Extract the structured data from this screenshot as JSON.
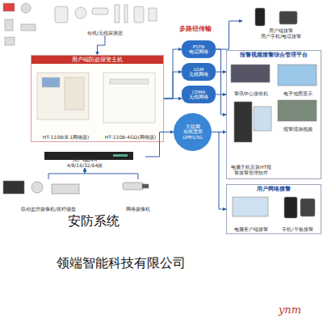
{
  "diagram": {
    "nodes": [
      {
        "text": [
          "有线/无线探测器"
        ]
      },
      {
        "text": [
          "用户端防盗报警主机"
        ]
      },
      {
        "text": [
          "HT-110B(8.1网络版)"
        ],
        "in": 1
      },
      {
        "text": [
          "HT-110B-4GD(网络版)"
        ],
        "in": 1
      },
      {
        "text": [
          "PSTN",
          "电话网络"
        ]
      },
      {
        "text": [
          "GSM",
          "无线网络"
        ]
      },
      {
        "text": [
          "CDMA",
          "无线网络"
        ]
      },
      {
        "text": [
          "互联网",
          "有线宽带",
          "GPRS/3G"
        ]
      },
      {
        "text": [
          "用户端DVR",
          "4/8/16/32/64路"
        ]
      },
      {
        "text": [
          "联动监控摄像机/摇杆键盘"
        ]
      },
      {
        "text": [
          "网络摄像机"
        ]
      },
      {
        "text": [
          "用户端接警",
          "用户手机/电话接警"
        ]
      },
      {
        "text": [
          "报警视频接警综合管理平台"
        ]
      },
      {
        "text": [
          "警讯中心接收机"
        ],
        "in": 12
      },
      {
        "text": [
          "电脑主机安装HT报警接警管理软件"
        ],
        "in": 12
      },
      {
        "text": [
          "电子地图显示"
        ],
        "in": 12
      },
      {
        "text": [
          "报警现场视频"
        ],
        "in": 12
      },
      {
        "text": [
          "用户网络接警"
        ]
      },
      {
        "text": [
          "电脑客户端接警"
        ],
        "in": 17
      },
      {
        "text": [
          "手机/平板接警"
        ],
        "in": 17
      }
    ],
    "edges": [
      {
        "from": 0,
        "to": 1,
        "arrow": "to"
      },
      {
        "from": 1,
        "to": 4,
        "arrow": "to"
      },
      {
        "from": 1,
        "to": 5,
        "arrow": "to"
      },
      {
        "from": 1,
        "to": 6,
        "arrow": "to"
      },
      {
        "from": 8,
        "to": 7,
        "arrow": "to"
      },
      {
        "from": 4,
        "to": 12,
        "arrow": "to"
      },
      {
        "from": 5,
        "to": 12,
        "arrow": "to"
      },
      {
        "from": 6,
        "to": 12,
        "arrow": "to"
      },
      {
        "from": 7,
        "to": 12,
        "arrow": "to"
      },
      {
        "from": 4,
        "to": 11,
        "arrow": "to"
      },
      {
        "from": 7,
        "to": 17,
        "arrow": "to"
      },
      {
        "from": 9,
        "to": 8,
        "arrow": "to"
      },
      {
        "from": 10,
        "to": 8,
        "arrow": "to"
      }
    ],
    "labels": [
      "多路径传输",
      "安防系统",
      "领端智能科技有限公司",
      "ynm"
    ]
  }
}
